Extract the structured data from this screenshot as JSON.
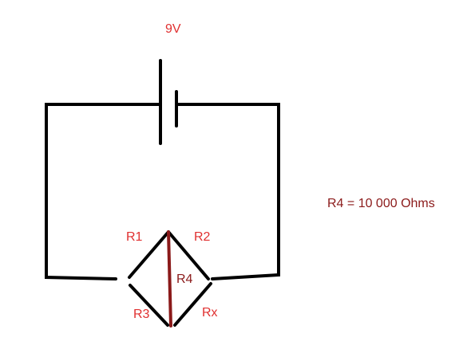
{
  "colors": {
    "wire": "#000000",
    "label": "#e03030",
    "r4_line": "#8b1a1a",
    "r4_label": "#8b1a1a",
    "background": "#ffffff"
  },
  "labels": {
    "battery": "9V",
    "r1": "R1",
    "r2": "R2",
    "r3": "R3",
    "r4": "R4",
    "rx": "Rx",
    "note": "R4 = 10 000 Ohms"
  }
}
